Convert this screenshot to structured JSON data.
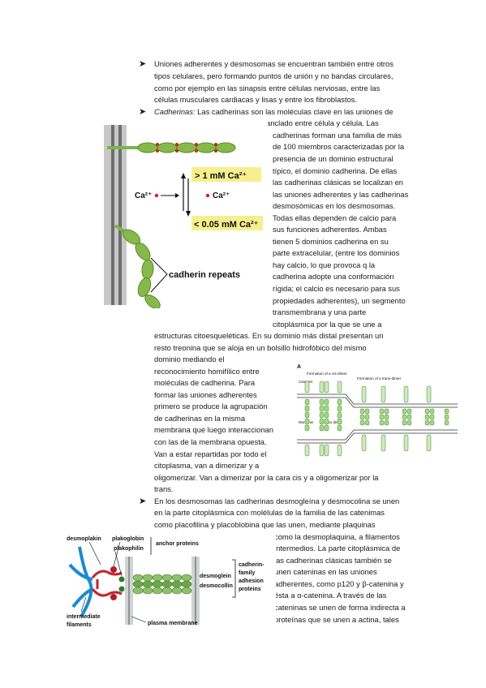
{
  "bullets": [
    "➤",
    "➤",
    "➤"
  ],
  "para1": [
    "Uniones adherentes y desmosomas se encuentran también entre otros",
    "tipos celulares, pero formando puntos de unión y no bandas circulares,",
    "como por ejemplo en las sinapsis entre células nerviosas, entre las",
    "células musculares cardiacas y lisas y entre los fibroblastos."
  ],
  "para2": {
    "term": "Cadherinas:",
    "first": " Las cadherinas son las moléculas clave en las uniones de",
    "right_lines": [
      "anclado entre célula y célula. Las",
      "cadherinas forman una familia de más",
      "de 100 miembros caracterizadas por la",
      "presencia de un dominio estructural",
      "típico, el dominio cadherina. De ellas",
      "las cadherinas clásicas se localizan en",
      "las uniones adherentes y las cadherinas",
      "desmosómicas en los desmosomas.",
      "Todas ellas dependen de calcio para",
      "sus funciones adherentes. Ambas",
      "tienen 5 dominios cadherina en su",
      "parte extracelular, (entre los dominios",
      "hay calcio, lo que provoca q la",
      "cadherina adopte una conformación",
      "rígida; el calcio es necesario para sus",
      "propiedades adherentes), un segmento",
      "transmembrana y una parte",
      "citoplásmica por la que se une a"
    ],
    "full_lines": [
      "estructuras citoesqueléticas. En su dominio más distal presentan un",
      "resto treonina que se aloja en un bolsillo hidrofóbico del mismo"
    ],
    "left_lines": [
      "dominio mediando el",
      "reconocimiento homifílico entre",
      "moléculas de cadherina. Para",
      "formar las uniones adherentes",
      "primero se produce la agrupación",
      "de cadherinas en la misma",
      "membrana que luego interaccionan",
      "con las de la membrana opuesta.",
      "Van a estar repartidas por todo el",
      "citoplasma, van a dimerizar y a"
    ],
    "tail_lines": [
      "oligomerizar. Van a dimerizar por la cara cis y a oligomerizar por la",
      "trans."
    ]
  },
  "para3": {
    "full_lines": [
      "En los desmosomas las cadherinas desmogleína y desmocolina se unen",
      "en la parte citoplásmica con molélulas de la familia de las catenimas",
      "como placofilina y placoblobina que las unen, mediante plaquinas"
    ],
    "right_lines": [
      "como la desmoplaquina, a filamentos",
      "intermedios. La parte citoplásmica de",
      "las cadherinas clásicas también se",
      "unen cateninas en las uniones",
      "adherentes, como p120 y β-catenina y",
      "ésta a α-catenina. A través de las",
      "cateninas se unen de forma indirecta a",
      "proteínas que se unen a actina, tales"
    ]
  },
  "figure1": {
    "high_ca": "> 1 mM Ca²⁺",
    "low_ca": "< 0.05 mM Ca²⁺",
    "ca_left": "Ca²⁺",
    "ca_right": "Ca²⁺",
    "repeats_label": "cadherin repeats"
  },
  "figure2": {
    "panel_letter": "A",
    "cis_title": "Formation of a cis-dimer",
    "trans_title": "Formation of a trans-dimer",
    "catenins": "Catenins",
    "monomer": "Monomer",
    "cis_dimer": "cis-dimer"
  },
  "figure3": {
    "desmoplakin": "desmoplakin",
    "plakoglobin": "plakoglobin",
    "plakophilin": "plakophilin",
    "anchor_proteins": "anchor proteins",
    "desmoglein": "desmoglein",
    "desmocollin": "desmocollin",
    "family_label": [
      "cadherin-",
      "family",
      "adhesion",
      "proteins"
    ],
    "intermediate": [
      "intermediate",
      "filaments"
    ],
    "plasma_membrane": "plasma membrane"
  }
}
